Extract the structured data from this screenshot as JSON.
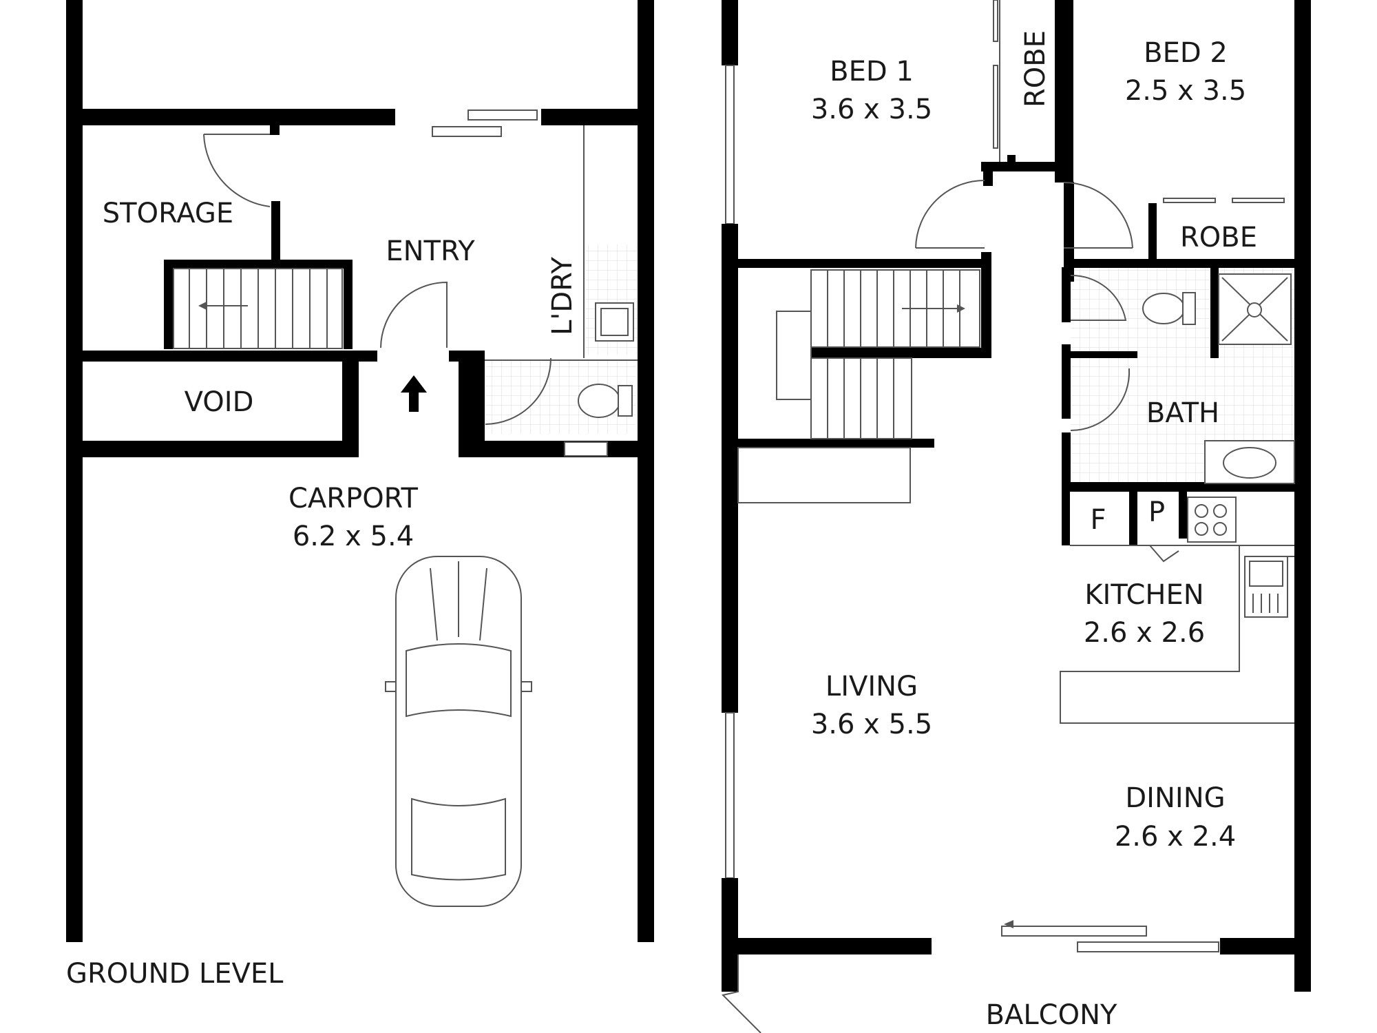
{
  "rooms": {
    "storage": {
      "name": "STORAGE"
    },
    "entry": {
      "name": "ENTRY"
    },
    "laundry": {
      "name": "L'DRY"
    },
    "void": {
      "name": "VOID"
    },
    "carport": {
      "name": "CARPORT",
      "size": "6.2 x 5.4"
    },
    "bed1": {
      "name": "BED 1",
      "size": "3.6 x 3.5"
    },
    "robe1": {
      "name": "ROBE"
    },
    "bed2": {
      "name": "BED 2",
      "size": "2.5 x 3.5"
    },
    "robe2": {
      "name": "ROBE"
    },
    "bath": {
      "name": "BATH"
    },
    "fridge": {
      "name": "F"
    },
    "pantry": {
      "name": "P"
    },
    "kitchen": {
      "name": "KITCHEN",
      "size": "2.6 x 2.6"
    },
    "living": {
      "name": "LIVING",
      "size": "3.6 x 5.5"
    },
    "dining": {
      "name": "DINING",
      "size": "2.6 x 2.4"
    },
    "balcony": {
      "name": "BALCONY"
    }
  },
  "levels": {
    "ground": "GROUND LEVEL"
  },
  "colors": {
    "wall": "#000000",
    "fixture_line": "#555555",
    "background": "#ffffff"
  }
}
